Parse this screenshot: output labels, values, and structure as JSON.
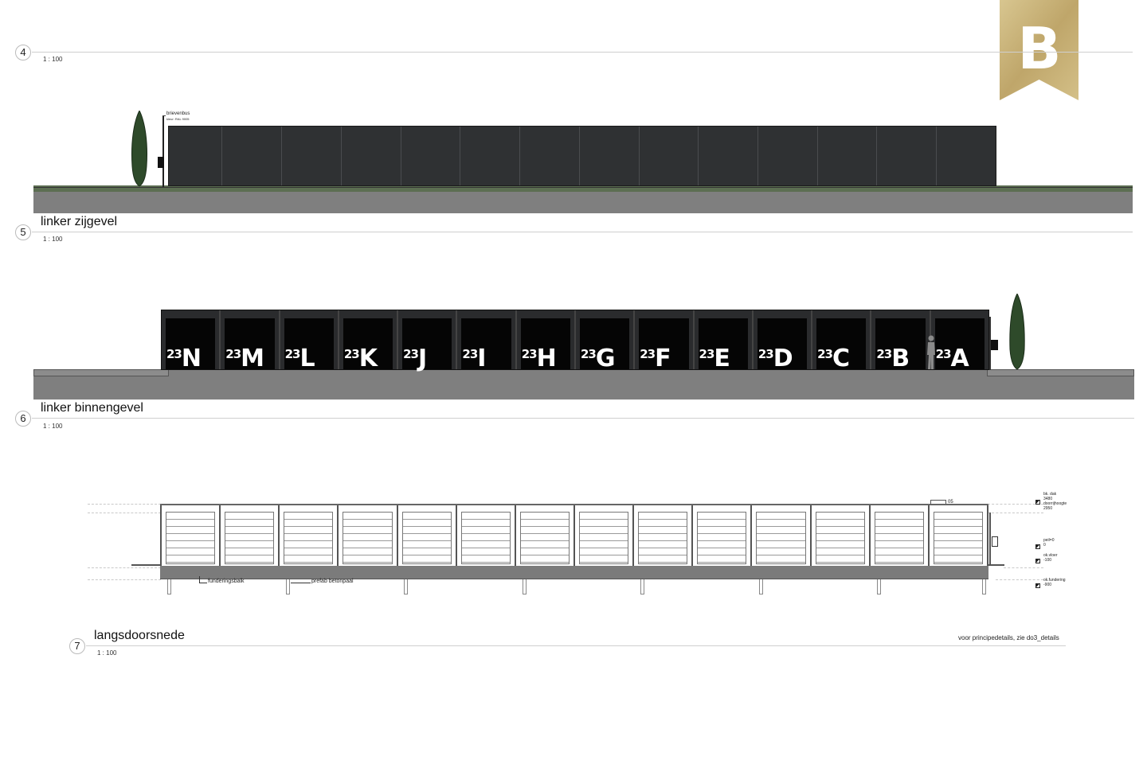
{
  "logo": {
    "letter": "B",
    "color": "#c9b37a"
  },
  "colors": {
    "cladding": "#2f3133",
    "door": "#050505",
    "ground": "#7f7f7f",
    "green_strip": "#5c6e52",
    "tree": "#2e4a2a"
  },
  "view4": {
    "number": "4",
    "scale": "1 : 100"
  },
  "view5": {
    "number": "5",
    "title": "linker zijgevel",
    "scale": "1 : 100",
    "annotation_title": "brievenbus",
    "annotation_sub": "kleur: RAL 9005"
  },
  "view6": {
    "number": "6",
    "title": "linker binnengevel",
    "scale": "1 : 100",
    "house_number": "23",
    "units": [
      "N",
      "M",
      "L",
      "K",
      "J",
      "I",
      "H",
      "G",
      "F",
      "E",
      "D",
      "C",
      "B",
      "A"
    ]
  },
  "view7": {
    "number": "7",
    "title": "langsdoorsnede",
    "scale": "1 : 100",
    "note": "voor principedetails, zie do3_details",
    "labels": {
      "foundation_beam": "funderingsbalk",
      "pile": "prefab betonpaal",
      "dim": "05"
    },
    "levels": [
      {
        "line1": "bk. dak",
        "line2": "3480",
        "line3": "doorrijhoogte",
        "line4": "2950"
      },
      {
        "line1": "peil=0",
        "line2": "0"
      },
      {
        "line1": "ok.vloer",
        "line2": "-100"
      },
      {
        "line1": "ok.fundering",
        "line2": "-900"
      }
    ]
  }
}
